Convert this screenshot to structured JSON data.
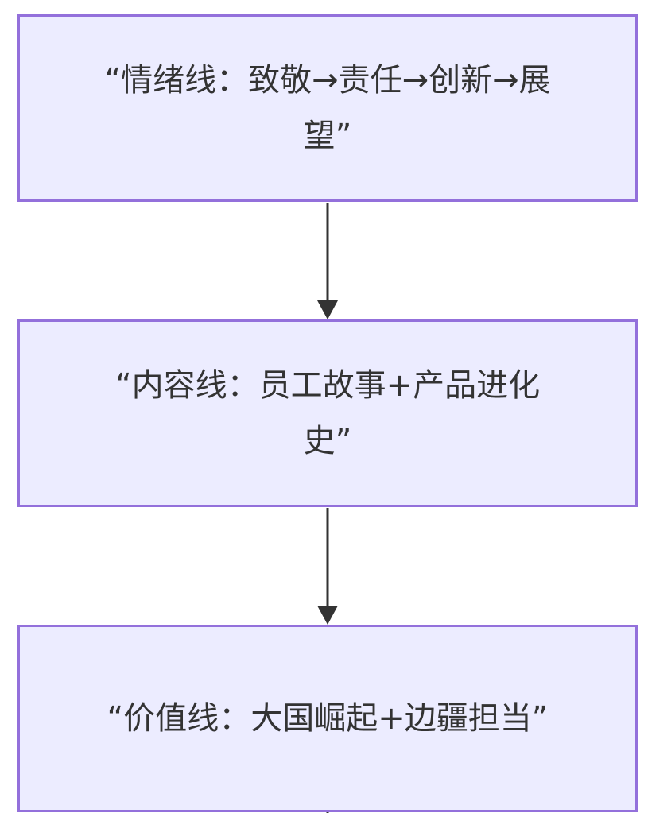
{
  "diagram": {
    "nodes": [
      {
        "id": "n1",
        "label": "“情绪线：致敬→责任→创新→展望”"
      },
      {
        "id": "n2",
        "label": "“内容线：员工故事+产品进化史”"
      },
      {
        "id": "n3",
        "label": "“价值线：大国崛起+边疆担当”"
      }
    ],
    "edges": [
      {
        "from": "n1",
        "to": "n2"
      },
      {
        "from": "n2",
        "to": "n3"
      }
    ]
  },
  "colors": {
    "node_fill": "#ECECFF",
    "node_border": "#9370DB",
    "edge": "#333333",
    "text": "#333333"
  }
}
